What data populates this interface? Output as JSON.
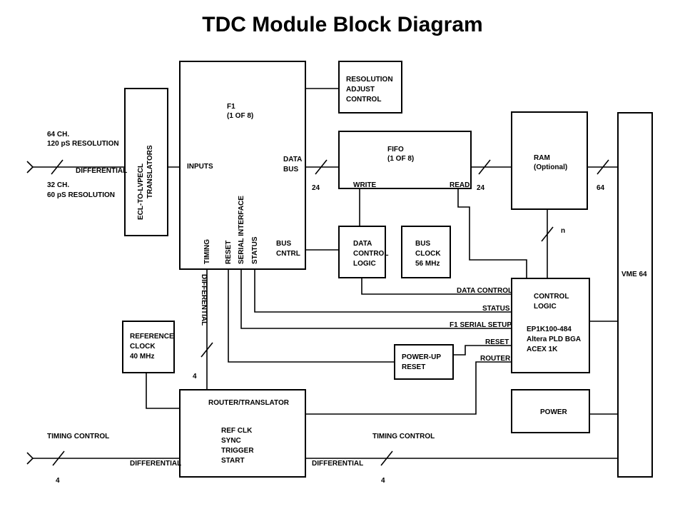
{
  "title": "TDC Module Block Diagram",
  "blocks": {
    "f1": [
      "F1",
      "(1 OF 8)"
    ],
    "translators": [
      "ECL-TO-LVPECL",
      "TRANSLATORS"
    ],
    "resolution_adjust": [
      "RESOLUTION",
      "ADJUST",
      "CONTROL"
    ],
    "fifo": [
      "FIFO",
      "(1 OF 8)"
    ],
    "ram": [
      "RAM",
      "(Optional)"
    ],
    "vme": "VME 64",
    "data_control_logic": [
      "DATA",
      "CONTROL",
      "LOGIC"
    ],
    "bus_clock": [
      "BUS",
      "CLOCK",
      "56 MHz"
    ],
    "control_logic": [
      "CONTROL",
      "LOGIC",
      "EP1K100-484",
      "Altera PLD BGA",
      "ACEX 1K"
    ],
    "reference_clock": [
      "REFERENCE",
      "CLOCK",
      "40 MHz"
    ],
    "power_up_reset": [
      "POWER-UP",
      "RESET"
    ],
    "router_translator": "ROUTER/TRANSLATOR",
    "router_signals": [
      "REF CLK",
      "SYNC",
      "TRIGGER",
      "START"
    ],
    "power": "POWER"
  },
  "ports": {
    "inputs": "INPUTS",
    "data_bus": [
      "DATA",
      "BUS"
    ],
    "bus_cntrl": [
      "BUS",
      "CNTRL"
    ],
    "timing": "TIMING",
    "reset": "RESET",
    "serial_interface": "SERIAL INTERFACE",
    "status": "STATUS",
    "write": "WRITE",
    "read": "READ"
  },
  "labels": {
    "input_64": [
      "64 CH.",
      "120 pS RESOLUTION"
    ],
    "input_32": [
      "32 CH.",
      "60 pS RESOLUTION"
    ],
    "differential": "DIFFERENTIAL",
    "bus24_left": "24",
    "bus24_right": "24",
    "bus64": "64",
    "bus_n": "n",
    "bus4_timing": "4",
    "bus4_left": "4",
    "bus4_right": "4",
    "data_control": "DATA CONTROL",
    "status": "STATUS",
    "f1_serial_setup": "F1 SERIAL SETUP",
    "reset": "RESET",
    "router": "ROUTER",
    "timing_control_left": "TIMING CONTROL",
    "timing_control_right": "TIMING CONTROL"
  }
}
